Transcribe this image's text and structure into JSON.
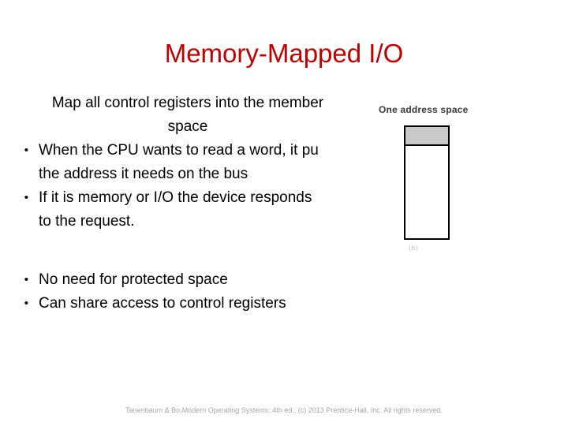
{
  "slide": {
    "title": "Memory-Mapped I/O",
    "title_color": "#c00000",
    "background_color": "#ffffff"
  },
  "body": {
    "lead_lines": [
      "Map all control registers into the member",
      "space"
    ],
    "bullet_marker": "•",
    "bullets_group_one": [
      "When the CPU wants to read a word, it pu\nthe address it needs on the bus",
      "If it is memory or I/O the device responds\nto the request."
    ],
    "bullets_group_two": [
      "No need for protected space",
      "Can share access to control registers"
    ]
  },
  "diagram": {
    "caption": "One address space",
    "sublabel": "(b)",
    "io_band_color": "#c9c9c9",
    "memory_color": "#ffffff",
    "border_color": "#000000"
  },
  "footer": {
    "credit": "Tanenbaum & Bo,Modern  Operating Systems: 4th ed., (c) 2013 Prentice-Hall, Inc. All rights reserved."
  }
}
